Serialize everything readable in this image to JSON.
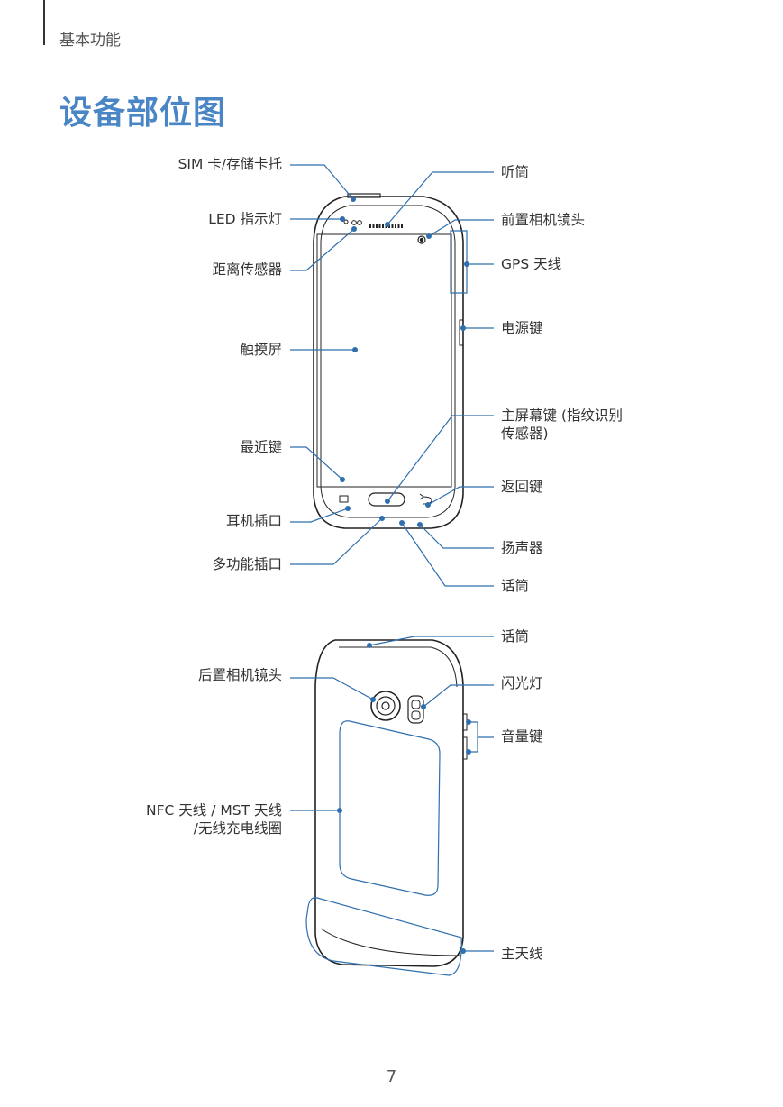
{
  "header": {
    "section_label": "基本功能",
    "page_title": "设备部位图"
  },
  "front_labels": {
    "sim_tray": "SIM 卡/存储卡托",
    "led_indicator": "LED 指示灯",
    "proximity_sensor": "距离传感器",
    "touchscreen": "触摸屏",
    "recents_key": "最近键",
    "earphone_jack": "耳机插口",
    "multipurpose_jack": "多功能插口",
    "earpiece": "听筒",
    "front_camera": "前置相机镜头",
    "gps_antenna": "GPS 天线",
    "power_key": "电源键",
    "home_key": "主屏幕键 (指纹识别\n传感器)",
    "back_key": "返回键",
    "speaker": "扬声器",
    "microphone_bottom": "话筒"
  },
  "back_labels": {
    "microphone_top": "话筒",
    "rear_camera": "后置相机镜头",
    "flash": "闪光灯",
    "volume_key": "音量键",
    "nfc_antenna": "NFC 天线 / MST 天线\n/无线充电线圈",
    "main_antenna": "主天线"
  },
  "footer": {
    "page_number": "7"
  },
  "colors": {
    "accent": "#4a86c5",
    "callout_line": "#2f6fae",
    "device_outline": "#222222"
  }
}
